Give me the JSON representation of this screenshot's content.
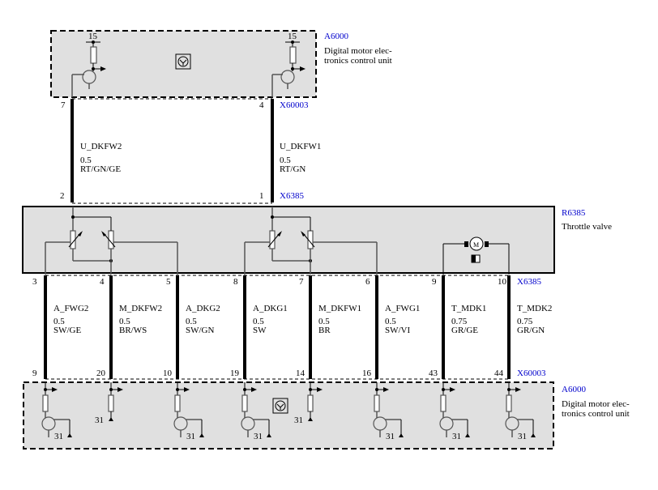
{
  "top_ecu": {
    "id": "A6000",
    "description_line1": "Digital motor elec-",
    "description_line2": "tronics control unit",
    "supply_labels": [
      "15",
      "15"
    ]
  },
  "top_connector": {
    "id": "X60003",
    "pins": [
      "7",
      "4"
    ]
  },
  "top_wires": [
    {
      "signal": "U_DKFW2",
      "gauge": "0.5",
      "color": "RT/GN/GE",
      "from_pin": "7",
      "to_pin": "2"
    },
    {
      "signal": "U_DKFW1",
      "gauge": "0.5",
      "color": "RT/GN",
      "from_pin": "4",
      "to_pin": "1"
    }
  ],
  "throttle": {
    "id": "R6385",
    "description": "Throttle valve",
    "top_connector": "X6385",
    "bottom_connector": "X6385",
    "motor_label": "M"
  },
  "bottom_wires": [
    {
      "signal": "A_FWG2",
      "gauge": "0.5",
      "color": "SW/GE",
      "top_pin": "3",
      "bottom_pin": "9"
    },
    {
      "signal": "M_DKFW2",
      "gauge": "0.5",
      "color": "BR/WS",
      "top_pin": "4",
      "bottom_pin": "20"
    },
    {
      "signal": "A_DKG2",
      "gauge": "0.5",
      "color": "SW/GN",
      "top_pin": "5",
      "bottom_pin": "10"
    },
    {
      "signal": "A_DKG1",
      "gauge": "0.5",
      "color": "SW",
      "top_pin": "8",
      "bottom_pin": "19"
    },
    {
      "signal": "M_DKFW1",
      "gauge": "0.5",
      "color": "BR",
      "top_pin": "7",
      "bottom_pin": "14"
    },
    {
      "signal": "A_FWG1",
      "gauge": "0.5",
      "color": "SW/VI",
      "top_pin": "6",
      "bottom_pin": "16"
    },
    {
      "signal": "T_MDK1",
      "gauge": "0.75",
      "color": "GR/GE",
      "top_pin": "9",
      "bottom_pin": "43"
    },
    {
      "signal": "T_MDK2",
      "gauge": "0.75",
      "color": "GR/GN",
      "top_pin": "10",
      "bottom_pin": "44"
    }
  ],
  "bottom_connector": {
    "id": "X60003"
  },
  "bottom_ecu": {
    "id": "A6000",
    "description_line1": "Digital motor elec-",
    "description_line2": "tronics control unit",
    "ground_label": "31"
  },
  "colors": {
    "component_id": "#0000cc",
    "fill": "#e0e0e0",
    "wire": "#000000"
  }
}
